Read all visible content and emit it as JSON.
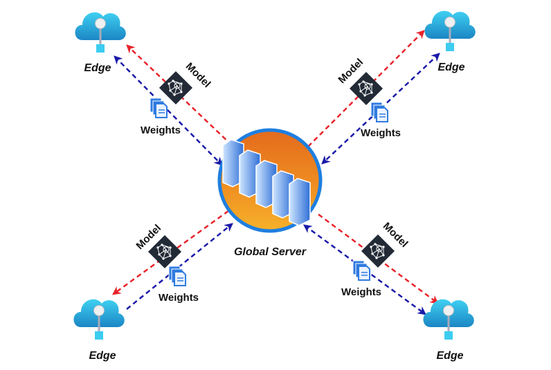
{
  "server": {
    "label": "Global Server",
    "icon": "server-rack-icon"
  },
  "edges": [
    {
      "label": "Edge",
      "model_label": "Model",
      "weights_label": "Weights"
    },
    {
      "label": "Edge",
      "model_label": "Model",
      "weights_label": "Weights"
    },
    {
      "label": "Edge",
      "model_label": "Model",
      "weights_label": "Weights"
    },
    {
      "label": "Edge",
      "model_label": "Model",
      "weights_label": "Weights"
    }
  ],
  "colors": {
    "model_arrow": "#e8232a",
    "weights_arrow": "#1a1aa8",
    "cloud": "#2aa8d8",
    "server_ring": "#1e7fe0",
    "server_fill_top": "#e36b1e",
    "server_fill_bottom": "#f6b12a",
    "model_badge": "#222a36"
  }
}
